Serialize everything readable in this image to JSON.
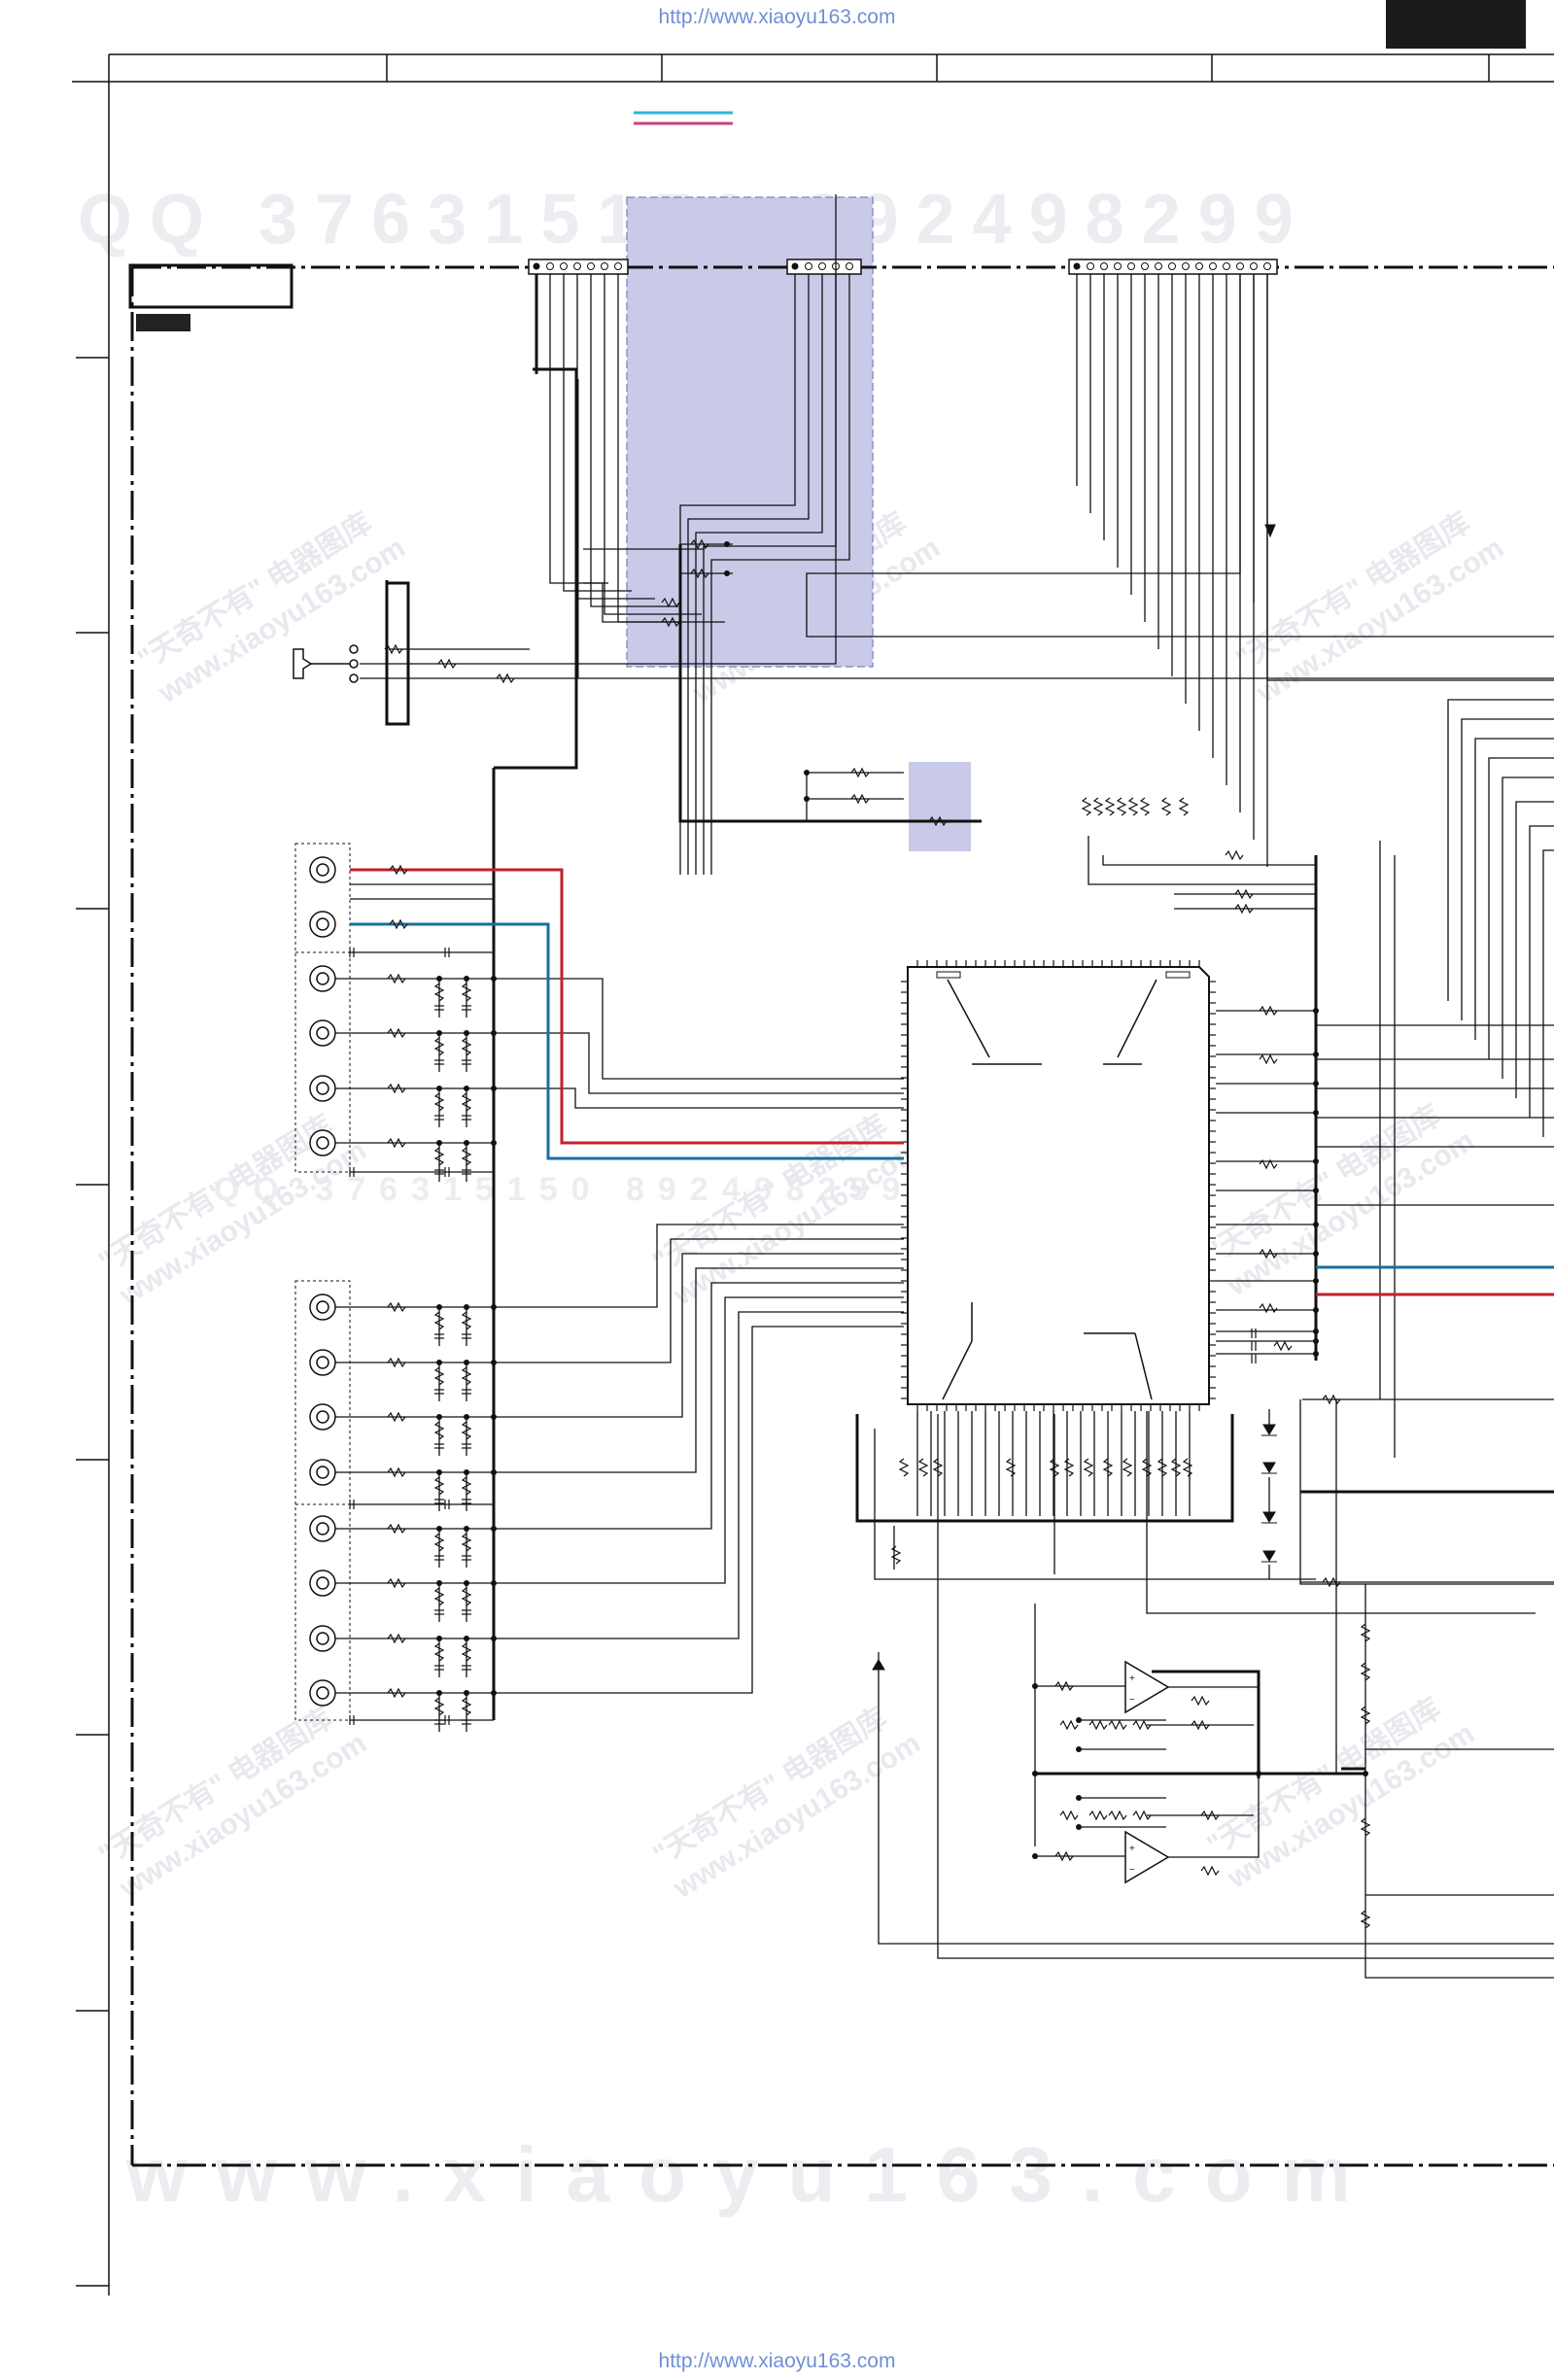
{
  "header": {
    "url_top": "http://www.xiaoyu163.com",
    "url_bottom": "http://www.xiaoyu163.com"
  },
  "watermarks": {
    "qq_line": "QQ 376315150   892498299",
    "bottom_line": "www.xiaoyu163.com",
    "diagonal_cn": "\"天奇不有\" 电器图库",
    "diagonal_url": "www.xiaoyu163.com",
    "mid_line": "QQ 376315150 892498299"
  },
  "colors": {
    "line": "#111111",
    "red_signal": "#c2202c",
    "blue_signal": "#1a6e9e",
    "highlight_fill": "#c9cae8",
    "highlight_border": "#8e90c8",
    "watermark": "#e9e9ee",
    "legend_cyan": "#2bb6e0",
    "legend_magenta": "#d0407e"
  },
  "icons": {
    "connector": "connector-pins-icon",
    "rca_jack": "rca-jack-icon",
    "resistor": "resistor-icon",
    "op_amp": "op-amp-icon",
    "diode": "diode-icon",
    "ic_chip": "ic-chip-icon",
    "headphone_jack": "headphone-jack-icon"
  }
}
